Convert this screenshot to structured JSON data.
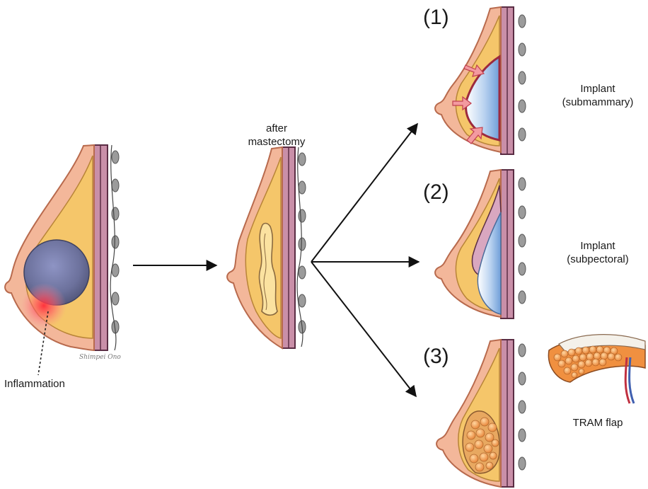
{
  "labels": {
    "after_mastectomy": "after mastectomy",
    "inflammation": "Inflammation",
    "signature": "Shimpei Ono",
    "option1_number": "(1)",
    "option2_number": "(2)",
    "option3_number": "(3)",
    "implant1_line1": "Implant",
    "implant1_line2": "(submammary)",
    "implant2_line1": "Implant",
    "implant2_line2": "(subpectoral)",
    "tram_flap": "TRAM flap"
  },
  "colors": {
    "skin": "#f3b79a",
    "skin_edge": "#c77a5c",
    "fat": "#f5c66a",
    "fat_light": "#fbe2a0",
    "muscle": "#c98fa8",
    "muscle_edge": "#5a2d44",
    "rib": "#a5a5a5",
    "implant": "#9ec2e8",
    "tumor": "#6f7ba6",
    "inflammation": "#ff3344",
    "flap_fat": "#f0903a",
    "arrow": "#111111"
  }
}
